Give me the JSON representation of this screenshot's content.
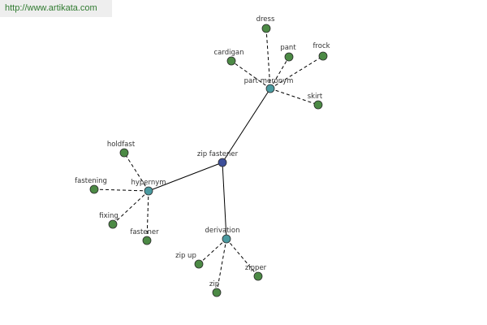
{
  "header": {
    "url": "http://www.artikata.com"
  },
  "colors": {
    "center_node": "#3d4f9a",
    "relation_node": "#4a9aa0",
    "term_node": "#4c8a45",
    "edge": "#000000",
    "label": "#333333"
  },
  "graph": {
    "center": {
      "label": "zip fastener",
      "kind": "center"
    },
    "relations": [
      {
        "label": "part meronym",
        "terms": [
          "dress",
          "cardigan",
          "pant",
          "frock",
          "skirt"
        ]
      },
      {
        "label": "hypernym",
        "terms": [
          "holdfast",
          "fastening",
          "fixing",
          "fastener"
        ]
      },
      {
        "label": "derivation",
        "terms": [
          "zip up",
          "zip",
          "zipper"
        ]
      }
    ]
  }
}
